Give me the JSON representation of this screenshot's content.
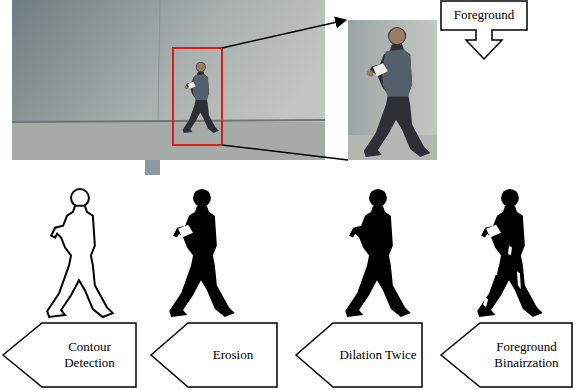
{
  "diagram": {
    "nodes": [
      {
        "text": [
          "Foreground"
        ]
      },
      {
        "text": [
          "Contour Detection"
        ]
      },
      {
        "text": [
          "Erosion"
        ]
      },
      {
        "text": [
          "Dilation Twice"
        ]
      },
      {
        "text": [
          "Foreground Binairzation"
        ]
      }
    ]
  }
}
